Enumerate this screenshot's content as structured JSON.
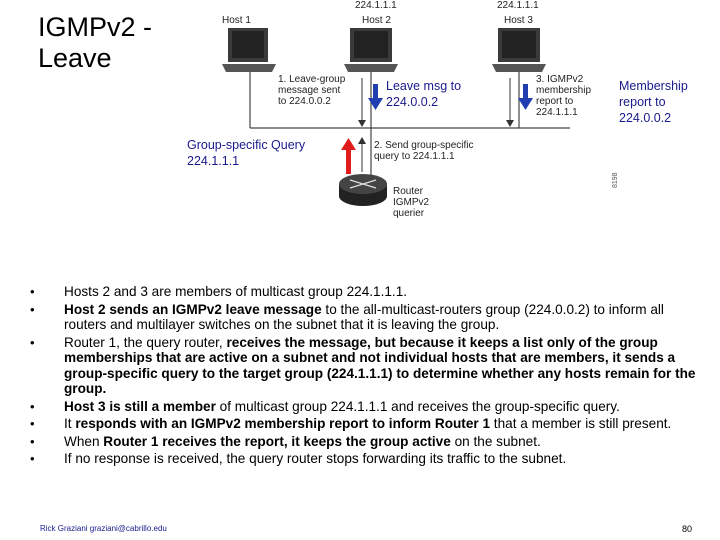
{
  "slide": {
    "title": "IGMPv2 -\nLeave",
    "page_number": "80",
    "footer": "Rick Graziani  graziani@cabrillo.edu"
  },
  "diagram": {
    "group_address_top": "224.1.1.1",
    "host1": "Host 1",
    "host2": "Host 2",
    "host3": "Host 3",
    "step1": [
      "1. Leave-group",
      "message sent",
      "to 224.0.0.2"
    ],
    "step2": [
      "2. Send group-specific",
      "query to 224.1.1.1"
    ],
    "step3": [
      "3. IGMPv2",
      "membership",
      "report to",
      "224.1.1.1"
    ],
    "router_label": [
      "Router",
      "IGMPv2",
      "querier"
    ],
    "figure_id": "8198",
    "callout_leave": "Leave msg to\n224.0.0.2",
    "callout_membership": "Membership\nreport to\n224.0.0.2",
    "callout_query": "Group-specific Query\n224.1.1.1"
  },
  "bullets": [
    [
      {
        "t": "Hosts 2 and 3 are members of multicast group 224.1.1.1.",
        "b": false
      }
    ],
    [
      {
        "t": "Host 2 sends an IGMPv2 leave message",
        "b": true
      },
      {
        "t": " to the all-multicast-routers group (224.0.0.2) to inform all routers and multilayer switches on the subnet that it is leaving the group.",
        "b": false
      }
    ],
    [
      {
        "t": "Router 1, the query router, ",
        "b": false
      },
      {
        "t": "receives the message, but because it keeps a list only of the group memberships that are active on a subnet and not individual hosts that are members, it sends a group-specific query to the target group (224.1.1.1) to determine whether any hosts remain for the group.",
        "b": true
      }
    ],
    [
      {
        "t": "Host 3 is still a member",
        "b": true
      },
      {
        "t": " of multicast group 224.1.1.1 and receives the group-specific query.",
        "b": false
      }
    ],
    [
      {
        "t": "It ",
        "b": false
      },
      {
        "t": "responds with an IGMPv2 membership report to inform Router 1",
        "b": true
      },
      {
        "t": " that a member is still present.",
        "b": false
      }
    ],
    [
      {
        "t": "When ",
        "b": false
      },
      {
        "t": "Router 1 receives the report, it keeps the group active",
        "b": true
      },
      {
        "t": " on the subnet.",
        "b": false
      }
    ],
    [
      {
        "t": "If no response is received, the query router stops forwarding its traffic to the subnet.",
        "b": false
      }
    ]
  ]
}
